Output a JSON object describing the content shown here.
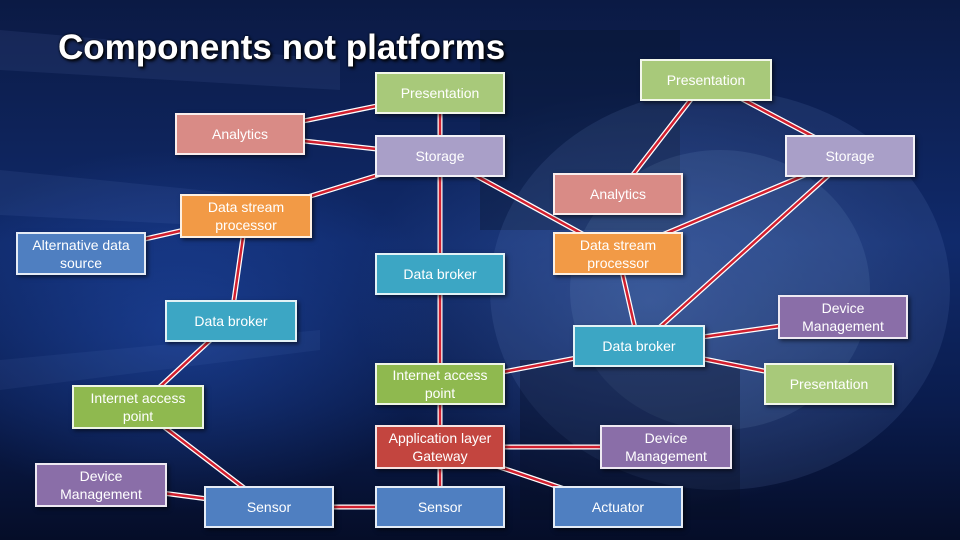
{
  "slide": {
    "title": "Components not platforms"
  },
  "nodes": [
    {
      "id": "n1",
      "label": "Presentation",
      "color": "green"
    },
    {
      "id": "n2",
      "label": "Analytics",
      "color": "red"
    },
    {
      "id": "n3",
      "label": "Storage",
      "color": "purple"
    },
    {
      "id": "n4",
      "label": "Data stream processor",
      "color": "orange"
    },
    {
      "id": "n5",
      "label": "Alternative data source",
      "color": "blue"
    },
    {
      "id": "n6",
      "label": "Data broker",
      "color": "teal"
    },
    {
      "id": "n7",
      "label": "Data broker",
      "color": "teal"
    },
    {
      "id": "n8",
      "label": "Internet access point",
      "color": "olive"
    },
    {
      "id": "n9",
      "label": "Internet access point",
      "color": "olive"
    },
    {
      "id": "n10",
      "label": "Application layer Gateway",
      "color": "gw"
    },
    {
      "id": "n11",
      "label": "Device Management",
      "color": "dmgmt"
    },
    {
      "id": "n12",
      "label": "Sensor",
      "color": "blue"
    },
    {
      "id": "n13",
      "label": "Sensor",
      "color": "blue"
    },
    {
      "id": "n14",
      "label": "Actuator",
      "color": "blue"
    },
    {
      "id": "n15",
      "label": "Device Management",
      "color": "dmgmt"
    },
    {
      "id": "n16",
      "label": "Presentation",
      "color": "green"
    },
    {
      "id": "n17",
      "label": "Storage",
      "color": "purple"
    },
    {
      "id": "n18",
      "label": "Analytics",
      "color": "red"
    },
    {
      "id": "n19",
      "label": "Data stream processor",
      "color": "orange"
    },
    {
      "id": "n20",
      "label": "Data broker",
      "color": "teal"
    },
    {
      "id": "n21",
      "label": "Device Management",
      "color": "dmgmt"
    },
    {
      "id": "n22",
      "label": "Presentation",
      "color": "green"
    }
  ],
  "edges": [
    [
      "n1",
      "n2"
    ],
    [
      "n2",
      "n3"
    ],
    [
      "n1",
      "n3"
    ],
    [
      "n3",
      "n4"
    ],
    [
      "n3",
      "n6"
    ],
    [
      "n3",
      "n19"
    ],
    [
      "n4",
      "n5"
    ],
    [
      "n4",
      "n7"
    ],
    [
      "n7",
      "n8"
    ],
    [
      "n8",
      "n12"
    ],
    [
      "n12",
      "n11"
    ],
    [
      "n6",
      "n9"
    ],
    [
      "n9",
      "n20"
    ],
    [
      "n9",
      "n10"
    ],
    [
      "n10",
      "n13"
    ],
    [
      "n10",
      "n15"
    ],
    [
      "n10",
      "n14"
    ],
    [
      "n13",
      "n12"
    ],
    [
      "n16",
      "n18"
    ],
    [
      "n16",
      "n17"
    ],
    [
      "n19",
      "n17"
    ],
    [
      "n19",
      "n20"
    ],
    [
      "n17",
      "n20"
    ],
    [
      "n20",
      "n21"
    ],
    [
      "n20",
      "n22"
    ]
  ]
}
